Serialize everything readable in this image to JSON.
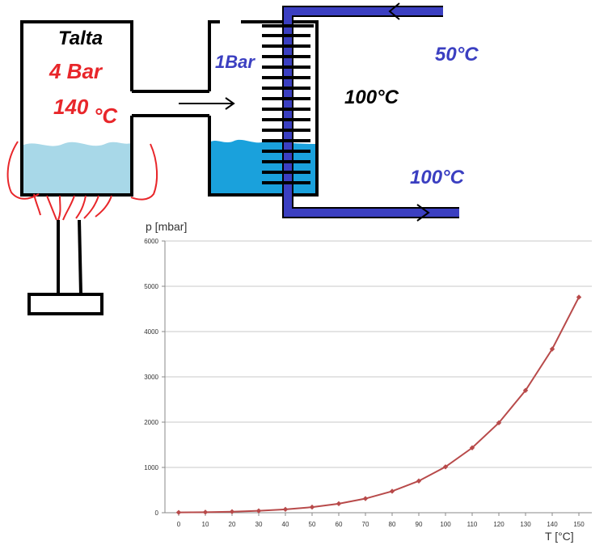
{
  "diagram": {
    "talta_label": "Talta",
    "boiler_pressure": "4 Bar",
    "boiler_temp_value": "140",
    "boiler_temp_unit": "°C",
    "condenser_pressure": "1Bar",
    "condenser_temp": "100°C",
    "coolant_in_temp": "50°C",
    "coolant_out_temp": "100°C"
  },
  "colors": {
    "red_label": "#e8262a",
    "blue_label": "#3b3fc1",
    "pipe_blue": "#3b3fc1",
    "water_light": "#a8d8e8",
    "water_dark": "#1aa1dc",
    "flame_red": "#e8262a",
    "curve": "#b84a4a"
  },
  "chart_data": {
    "type": "line",
    "ylabel": "p [mbar]",
    "xlabel": "T [°C]",
    "x": [
      0,
      10,
      20,
      30,
      40,
      50,
      60,
      70,
      80,
      90,
      100,
      110,
      120,
      130,
      140,
      150
    ],
    "y": [
      6,
      12,
      23,
      42,
      74,
      123,
      199,
      312,
      474,
      701,
      1013,
      1433,
      1985,
      2701,
      3614,
      4760
    ],
    "xlim": [
      0,
      150
    ],
    "ylim": [
      0,
      6000
    ],
    "xticks": [
      0,
      10,
      20,
      30,
      40,
      50,
      60,
      70,
      80,
      90,
      100,
      110,
      120,
      130,
      140,
      150
    ],
    "yticks": [
      0,
      1000,
      2000,
      3000,
      4000,
      5000,
      6000
    ],
    "grid": true
  }
}
